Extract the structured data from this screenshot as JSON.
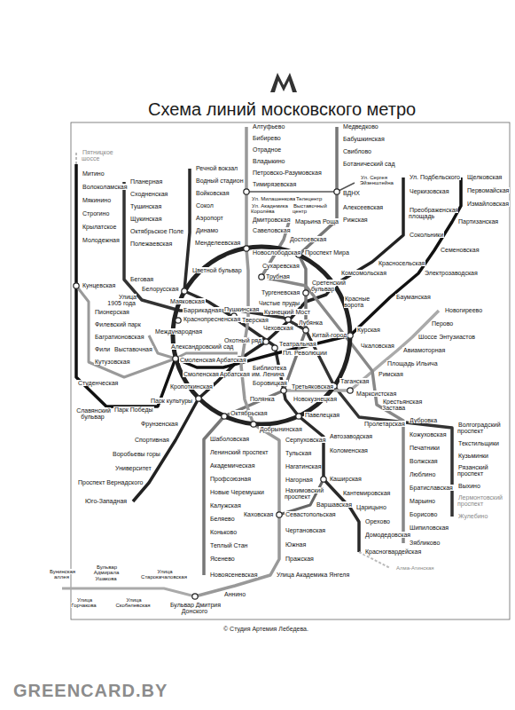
{
  "diagram": {
    "title": "Схема линий московского метро",
    "caption": "© Студия Артемия Лебедева.",
    "labels": [
      "Пятницкое шоссе",
      "Митино",
      "Волоколамская",
      "Мякинино",
      "Строгино",
      "Крылатское",
      "Молодежная",
      "Кунцевская",
      "Планерная",
      "Сходненская",
      "Тушинская",
      "Щукинская",
      "Октябрьское Поле",
      "Полежаевская",
      "Беговая",
      "Улица 1905 года",
      "Речной вокзал",
      "Водный стадион",
      "Войковская",
      "Сокол",
      "Аэропорт",
      "Динамо",
      "Алтуфьево",
      "Бибирево",
      "Отрадное",
      "Владыкино",
      "Петровско-Разумовская",
      "Тимирязевская",
      "Ул. Милашенкова",
      "Телецентр",
      "Ул. Академика Королёва",
      "Выставочный центр",
      "Дмитровская",
      "Савеловская",
      "Менделеевская",
      "Марьина Роща",
      "Достоевская",
      "Медведково",
      "Бабушкинская",
      "Свиблово",
      "Ботанический сад",
      "Ул. Сергея Эйзенштейна",
      "ВДНХ",
      "Алексеевская",
      "Рижская",
      "Ул. Подбельского",
      "Черкизовская",
      "Преображенская площадь",
      "Сокольники",
      "Щелковская",
      "Первомайская",
      "Измайловская",
      "Партизанская",
      "Семеновская",
      "Электрозаводская",
      "Красносельская",
      "Бауманская",
      "Белорусская",
      "Новослободская",
      "Проспект Мира",
      "Комсомольская",
      "Цветной бульвар",
      "Сухаревская",
      "Трубная",
      "Сретенский бульвар",
      "Тургеневская",
      "Красные ворота",
      "Маяковская",
      "Чистые пруды",
      "Пушкинская",
      "Баррикадная",
      "Кузнецкий Мост",
      "Краснопресненская",
      "Тверская",
      "Лубянка",
      "Чеховская",
      "Курская",
      "Международная",
      "Китай-город",
      "Охотный ряд",
      "Театральная",
      "Чкаловская",
      "Александровский сад",
      "Выставочная",
      "Пл. Революции",
      "Смоленская",
      "Арбатская",
      "Библиотека им. Ленина",
      "Смоленская",
      "Арбатская",
      "Боровицкая",
      "Кропоткинская",
      "Третьяковская",
      "Таганская",
      "Марксистская",
      "Полянка",
      "Новокузнецкая",
      "Парк культуры",
      "Октябрьская",
      "Павелецкая",
      "Добрынинская",
      "Новогиреево",
      "Перово",
      "Шоссе Энтузиастов",
      "Авиамоторная",
      "Площадь Ильича",
      "Римская",
      "Крестьянская Застава",
      "Пролетарская",
      "Дубровка",
      "Пионерская",
      "Филевский парк",
      "Багратионовская",
      "Фили",
      "Кутузовская",
      "Студенческая",
      "Парк Победы",
      "Славянский бульвар",
      "Фрунзенская",
      "Спортивная",
      "Воробьевы горы",
      "Университет",
      "Проспект Вернадского",
      "Юго-Западная",
      "Шаболовская",
      "Ленинский проспект",
      "Академическая",
      "Профсоюзная",
      "Новые Черемушки",
      "Калужская",
      "Беляево",
      "Коньково",
      "Теплый Стан",
      "Ясенево",
      "Новоясеневская",
      "Серпуховская",
      "Тульская",
      "Нагатинская",
      "Нагорная",
      "Нахимовский проспект",
      "Каховская",
      "Севастопольская",
      "Чертановская",
      "Южная",
      "Пражская",
      "Улица Академика Янгеля",
      "Аннино",
      "Бульвар Дмитрия Донского",
      "Автозаводская",
      "Коломенская",
      "Каширская",
      "Варшавская",
      "Кантемировская",
      "Царицыно",
      "Орехово",
      "Домодедовская",
      "Красногвардейская",
      "Алма-Атинская",
      "Кожуховская",
      "Печатники",
      "Волжская",
      "Люблино",
      "Братиславская",
      "Марьино",
      "Борисово",
      "Шипиловская",
      "Зябликово",
      "Волгоградский проспект",
      "Текстильщики",
      "Кузьминки",
      "Рязанский проспект",
      "Выхино",
      "Лермонтовский проспект",
      "Жулебино",
      "Бунинская аллея",
      "Улица Горчакова",
      "Бульвар Адмирала Ушакова",
      "Улица Скобелевская",
      "Улица Старокачаловская",
      "GREENCARD.BY"
    ]
  }
}
